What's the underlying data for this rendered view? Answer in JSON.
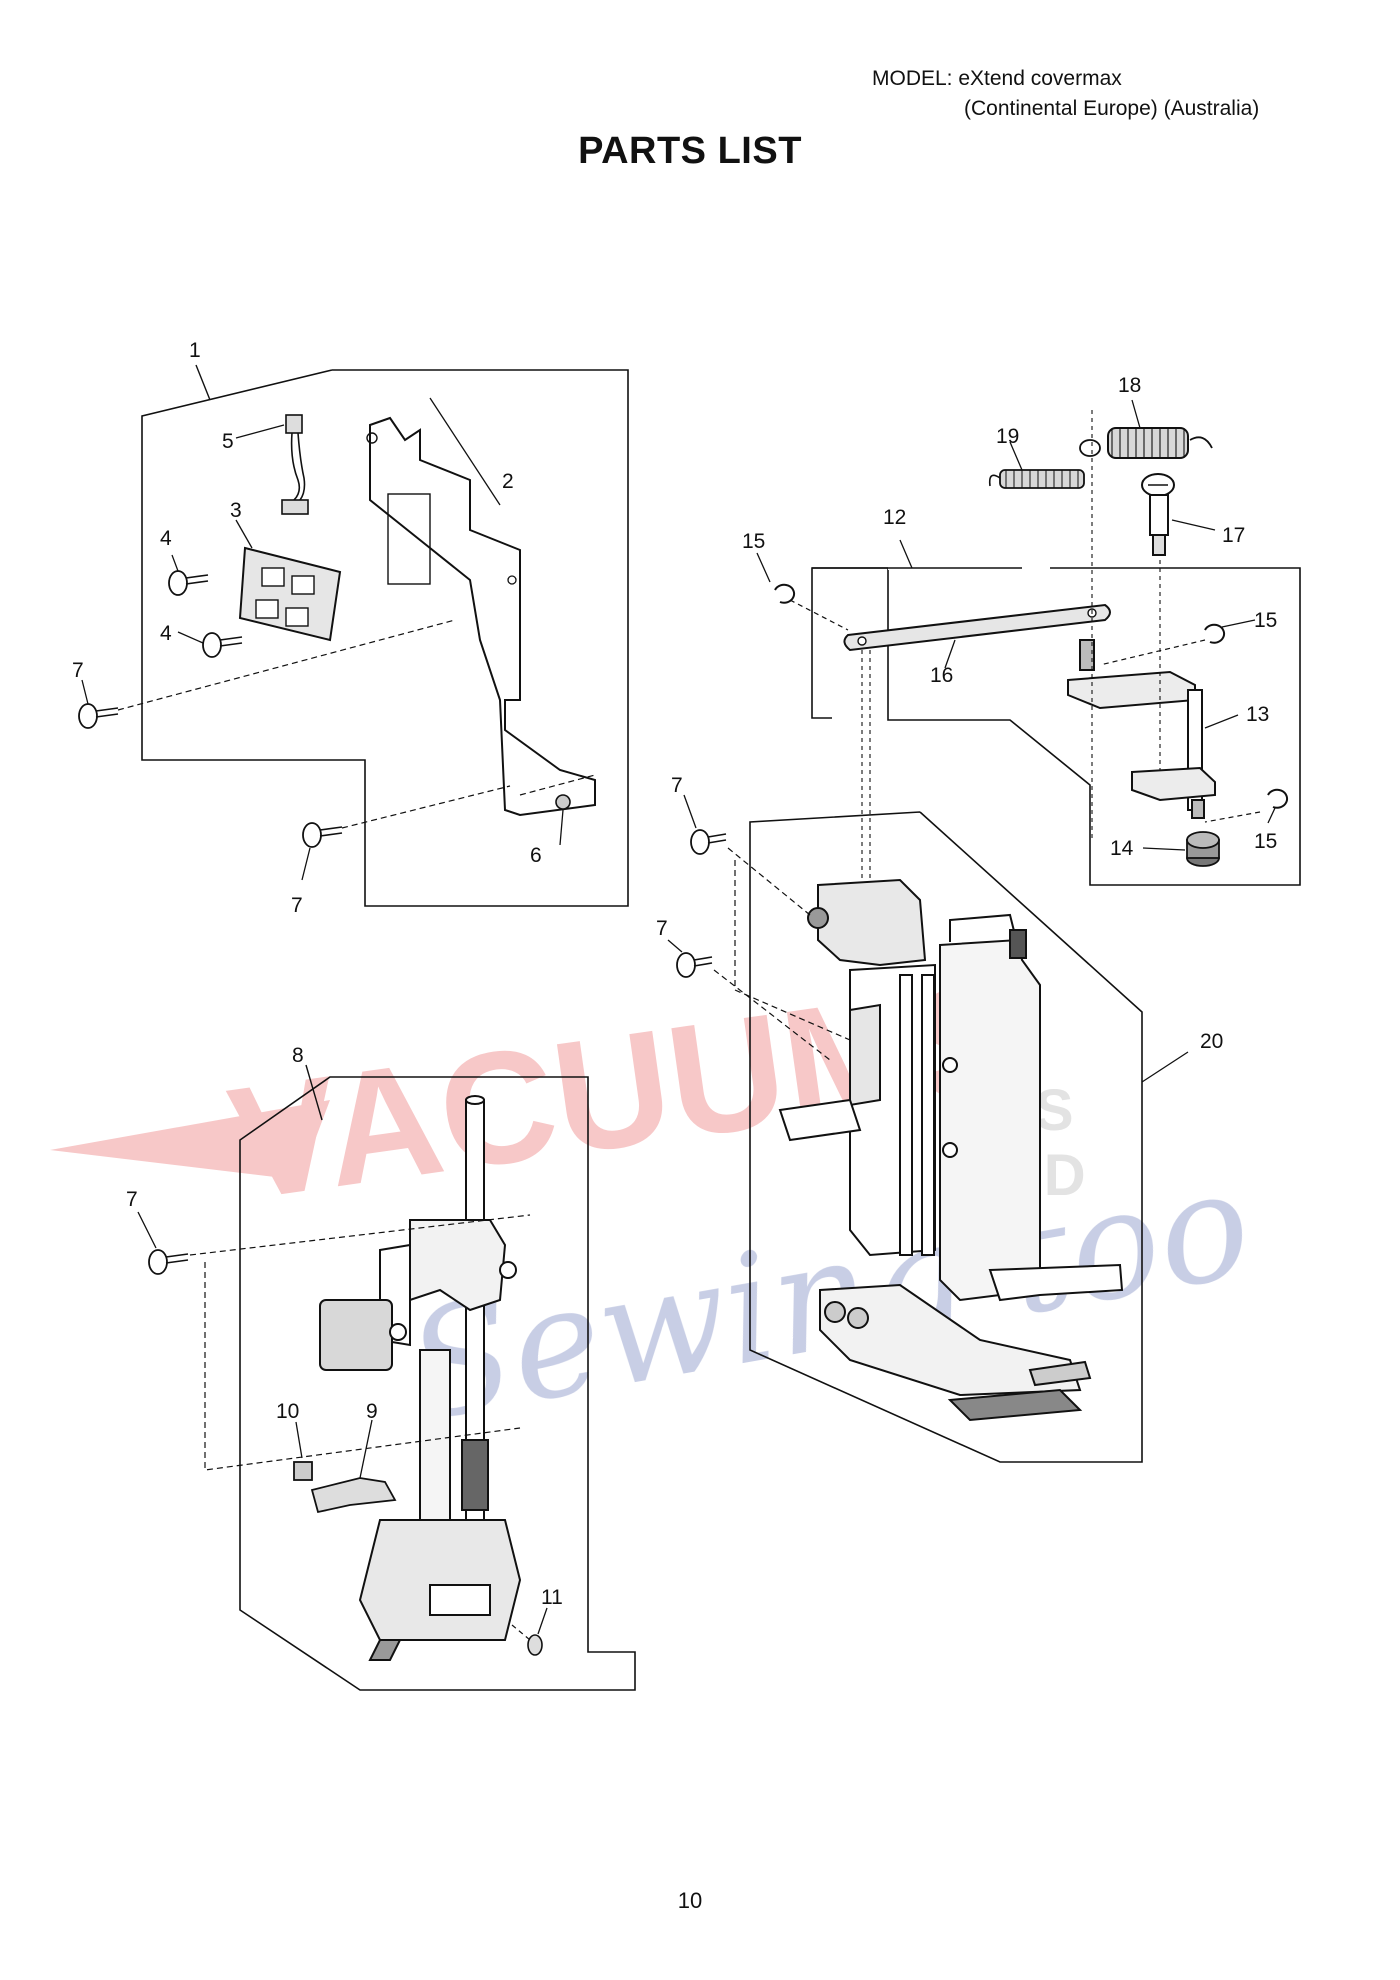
{
  "header": {
    "model_line1": "MODEL: eXtend covermax",
    "model_line2": "(Continental Europe) (Australia)",
    "title": "PARTS LIST"
  },
  "callouts": [
    "1",
    "2",
    "3",
    "4",
    "4",
    "5",
    "6",
    "7",
    "7",
    "7",
    "7",
    "7",
    "8",
    "9",
    "10",
    "11",
    "12",
    "13",
    "14",
    "15",
    "15",
    "15",
    "16",
    "17",
    "18",
    "19",
    "20"
  ],
  "watermark": {
    "text1": "VACUUMS",
    "text2": "R US",
    "text3": "AND",
    "text4": "Sewing too",
    "color_red": "#e33b3b",
    "color_blue": "#3a4fa3"
  },
  "footer": {
    "page_number": "10"
  }
}
